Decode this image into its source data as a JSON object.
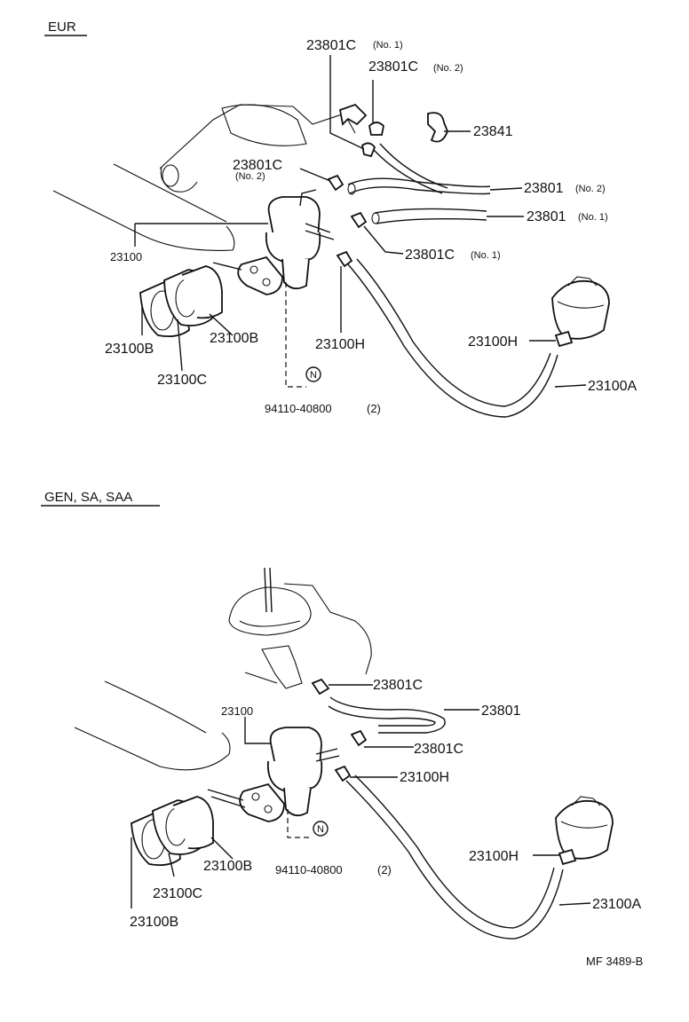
{
  "sections": {
    "eur": "EUR",
    "gen": "GEN, SA, SAA"
  },
  "parts": {
    "p23801c": "23801C",
    "p23841": "23841",
    "p23801": "23801",
    "p23100": "23100",
    "p23100a": "23100A",
    "p23100b": "23100B",
    "p23100c": "23100C",
    "p23100h": "23100H",
    "p94110": "94110-40800",
    "qty2": "(2)",
    "n_mark": "N"
  },
  "notes": {
    "no1": "(No. 1)",
    "no2": "(No. 2)"
  },
  "figure_code": "MF 3489-B",
  "colors": {
    "line": "#111111",
    "background": "#ffffff"
  }
}
